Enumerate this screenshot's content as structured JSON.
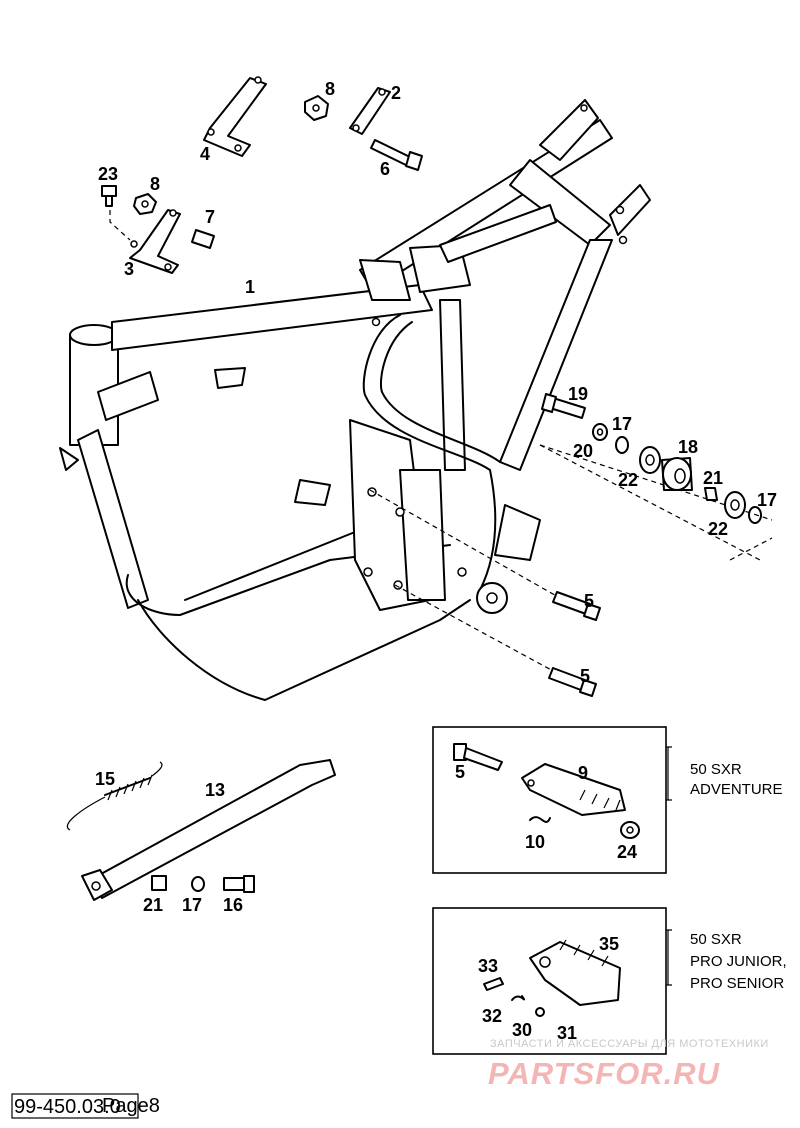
{
  "callouts": {
    "c1": "1",
    "c2": "2",
    "c3": "3",
    "c4": "4",
    "c5a": "5",
    "c5b": "5",
    "c5c": "5",
    "c6": "6",
    "c7": "7",
    "c8a": "8",
    "c8b": "8",
    "c9": "9",
    "c10": "10",
    "c13": "13",
    "c15": "15",
    "c16": "16",
    "c17a": "17",
    "c17b": "17",
    "c17c": "17",
    "c18": "18",
    "c19": "19",
    "c20": "20",
    "c21a": "21",
    "c21b": "21",
    "c22a": "22",
    "c22b": "22",
    "c23": "23",
    "c24": "24",
    "c30": "30",
    "c31": "31",
    "c32": "32",
    "c33": "33",
    "c35": "35"
  },
  "variants": {
    "adventure": [
      "50 SXR",
      "ADVENTURE"
    ],
    "pro": [
      "50 SXR",
      "PRO JUNIOR,",
      "PRO SENIOR"
    ]
  },
  "watermark": {
    "tagline": "ЗАПЧАСТИ И АКСЕССУАРЫ ДЛЯ МОТОТЕХНИКИ",
    "brand": "PARTSFOR.RU"
  },
  "footer": {
    "code": "99-450.03.0",
    "page": "Page8"
  }
}
